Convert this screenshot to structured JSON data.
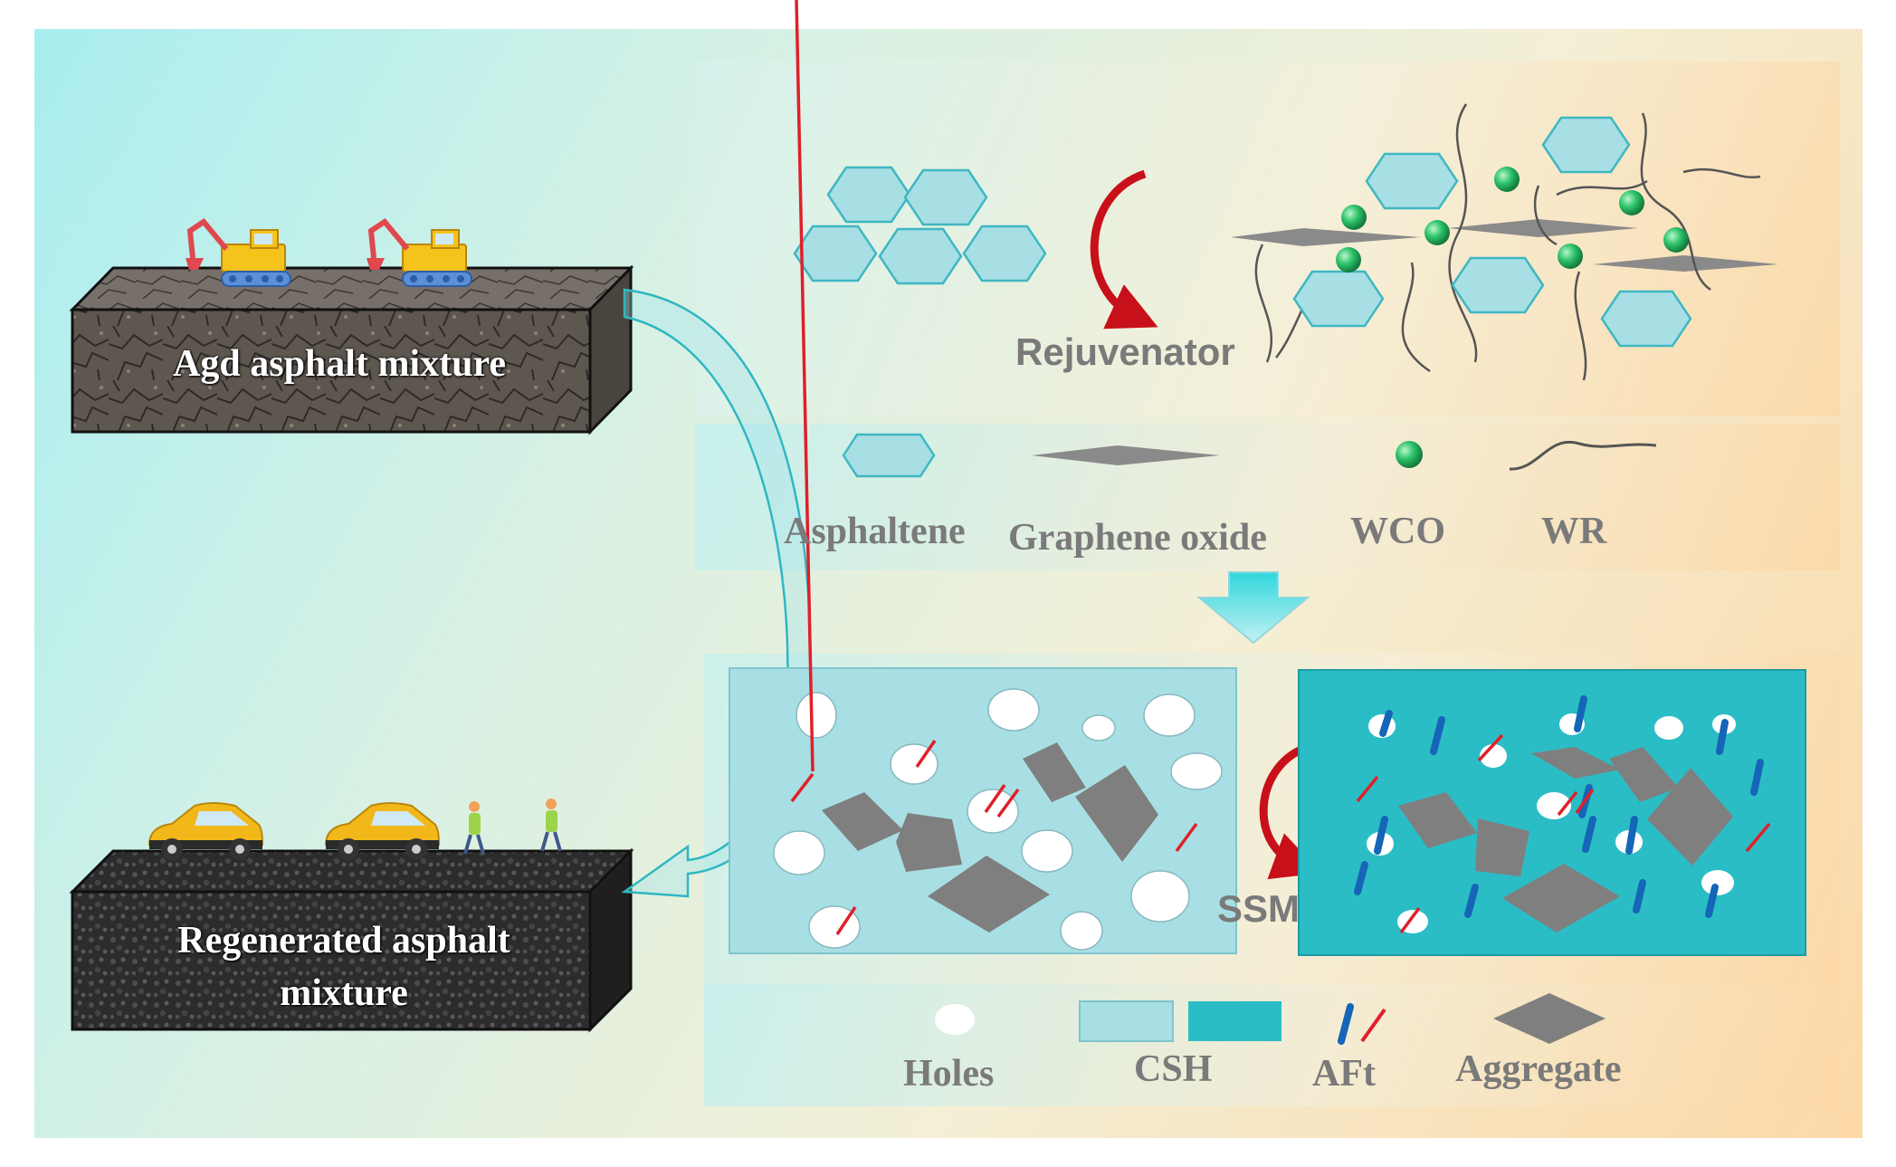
{
  "left": {
    "aged_block_label": "Agd asphalt mixture",
    "regenerated_block_label_line1": "Regenerated asphalt",
    "regenerated_block_label_line2": "mixture"
  },
  "top": {
    "process_label": "Rejuvenator"
  },
  "legend1": {
    "asphaltene": "Asphaltene",
    "graphene_oxide": "Graphene oxide",
    "wco": "WCO",
    "wr": "WR"
  },
  "micro": {
    "process_label": "SSM"
  },
  "legend2": {
    "holes": "Holes",
    "csh": "CSH",
    "aft": "AFt",
    "aggregate": "Aggregate"
  },
  "colors": {
    "hexagon_fill": "#a8dfe4",
    "hexagon_stroke": "#3fb7c2",
    "graphene_oxide": "#8a8a8a",
    "wco_sphere": "#2fc46a",
    "csh_light": "#a8dfe4",
    "csh_dark": "#2bbdc6",
    "aft_blue": "#1565b8",
    "aft_red": "#e0202a",
    "aggregate": "#7f7f7f",
    "rejuvenator_arrow": "#c8101a"
  }
}
